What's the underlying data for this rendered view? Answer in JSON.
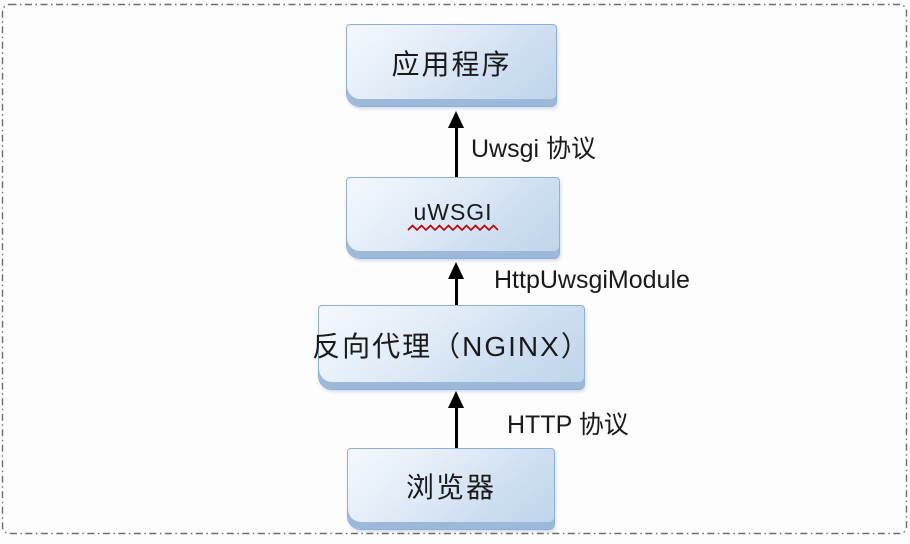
{
  "frame": {
    "border_color": "#6e6e6e",
    "background": "#fdfdfe"
  },
  "palette": {
    "box_border": "#8fafd4",
    "box_gradient_top": "#f4f8fd",
    "box_gradient_bottom": "#bed4ea",
    "box_bottom_edge": "#9cb9da",
    "arrow": "#000000",
    "text": "#1a1a1a",
    "spellcheck_squiggle": "#c00000"
  },
  "nodes": {
    "app": {
      "label": "应用程序"
    },
    "uwsgi": {
      "label": "uWSGI",
      "spellcheck_underline": true
    },
    "nginx": {
      "label": "反向代理（NGINX）"
    },
    "browser": {
      "label": "浏览器"
    }
  },
  "edges": [
    {
      "from": "browser",
      "to": "nginx",
      "label": "HTTP 协议"
    },
    {
      "from": "nginx",
      "to": "uwsgi",
      "label": "HttpUwsgiModule"
    },
    {
      "from": "uwsgi",
      "to": "app",
      "label": "Uwsgi 协议"
    }
  ],
  "edge_labels": {
    "uwsgi_protocol": "Uwsgi 协议",
    "http_uwsgi_module": "HttpUwsgiModule",
    "http_protocol": "HTTP 协议"
  }
}
